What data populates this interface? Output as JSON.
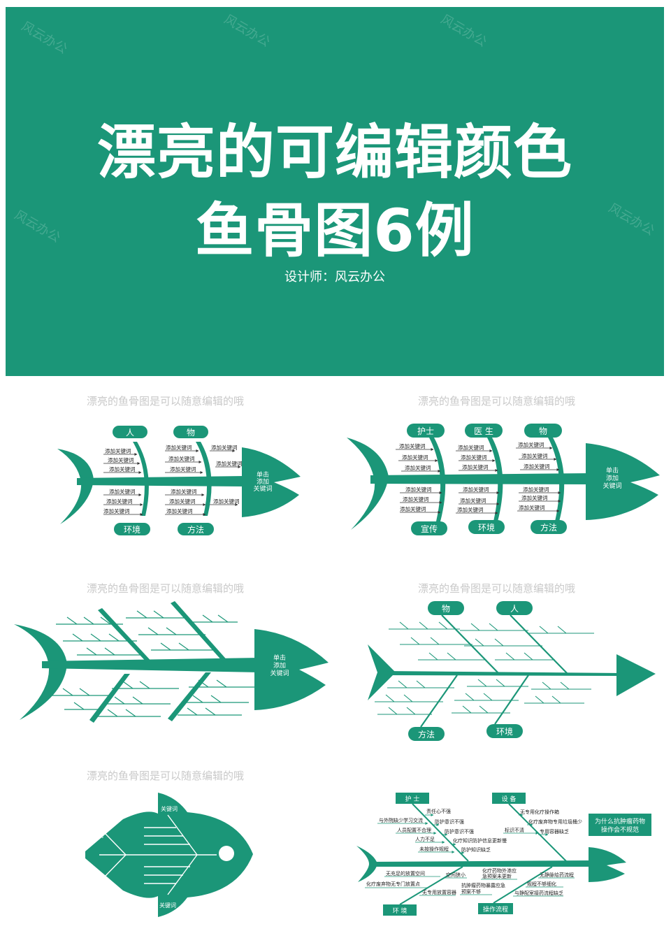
{
  "banner": {
    "title_line1": "漂亮的可编辑颜色",
    "title_line2": "鱼骨图6例",
    "designer": "设计师：风云办公",
    "watermark": "风云办公",
    "color": "#1b9678"
  },
  "caption": "漂亮的鱼骨图是可以随意编辑的哦",
  "fish1": {
    "top_tags": [
      "人",
      "物"
    ],
    "bottom_tags": [
      "环境",
      "方法"
    ],
    "head_lines": [
      "单击",
      "添加",
      "关键词"
    ],
    "keyword": "添加关键词"
  },
  "fish2": {
    "top_tags": [
      "护士",
      "医 生",
      "物"
    ],
    "bottom_tags": [
      "宣传",
      "环境",
      "方法"
    ],
    "head_lines": [
      "单击",
      "添加",
      "关键词"
    ],
    "keyword": "添加关键词"
  },
  "fish3": {
    "head_lines": [
      "单击",
      "添加",
      "关键词"
    ]
  },
  "fish4": {
    "top_tags": [
      "物",
      "人"
    ],
    "bottom_tags": [
      "方法",
      "环境"
    ]
  },
  "fish5": {
    "keyword": "关键词"
  },
  "fish6": {
    "top_tags": [
      "护 士",
      "设 备"
    ],
    "bottom_tags": [
      "环 境",
      "操作流程"
    ],
    "question": [
      "为什么抗肿瘤药物",
      "操作会不规范"
    ],
    "nurse_items": [
      "责任心不强",
      "与外院缺少学习交流",
      "防护意识不强",
      "人员配置不合理",
      "防护意识不强",
      "人力不足",
      "化疗知识防护信息更新慢",
      "未按操作规程",
      "防护知识缺乏"
    ],
    "equip_items": [
      "无专用化疗操作箱",
      "化疗废弃物专用垃圾桶少",
      "标识不清",
      "专用容器缺乏"
    ],
    "env_items": [
      "无充足的放置空间",
      "空间狭小",
      "化疗废弃物无专门放置点",
      "无专用放置容器"
    ],
    "flow_items": [
      "化疗药物外渗应",
      "急预案未更新",
      "无静脉给药流程",
      "抗肿瘤药物暴露应急",
      "预案不够",
      "规程不够细化",
      "与静配室接药流程缺乏"
    ]
  }
}
